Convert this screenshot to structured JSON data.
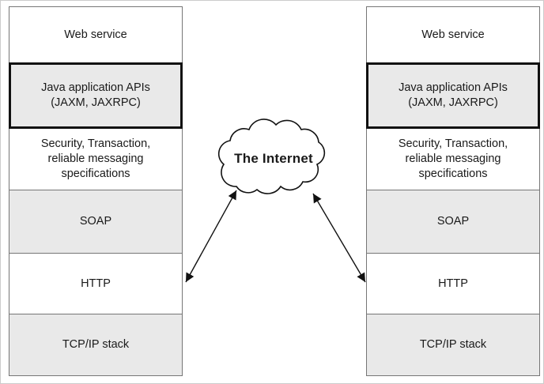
{
  "diagram": {
    "cloud_label": "The Internet",
    "colors": {
      "layer_gray": "#e9e9e9",
      "layer_white": "#ffffff",
      "border": "#767676",
      "emphasis_border": "#111111",
      "arrow": "#111111"
    },
    "stacks": [
      {
        "side": "left",
        "layers": [
          {
            "id": "web-service",
            "fill": "white",
            "emphasized": false,
            "lines": [
              "Web service"
            ]
          },
          {
            "id": "java-apis",
            "fill": "gray",
            "emphasized": true,
            "lines": [
              "Java application APIs",
              "(JAXM, JAXRPC)"
            ]
          },
          {
            "id": "specifications",
            "fill": "white",
            "emphasized": false,
            "lines": [
              "Security, Transaction,",
              "reliable messaging",
              "specifications"
            ]
          },
          {
            "id": "soap",
            "fill": "gray",
            "emphasized": false,
            "lines": [
              "SOAP"
            ]
          },
          {
            "id": "http",
            "fill": "white",
            "emphasized": false,
            "lines": [
              "HTTP"
            ]
          },
          {
            "id": "tcpip",
            "fill": "gray",
            "emphasized": false,
            "lines": [
              "TCP/IP stack"
            ]
          }
        ]
      },
      {
        "side": "right",
        "layers": [
          {
            "id": "web-service",
            "fill": "white",
            "emphasized": false,
            "lines": [
              "Web service"
            ]
          },
          {
            "id": "java-apis",
            "fill": "gray",
            "emphasized": true,
            "lines": [
              "Java application APIs",
              "(JAXM, JAXRPC)"
            ]
          },
          {
            "id": "specifications",
            "fill": "white",
            "emphasized": false,
            "lines": [
              "Security, Transaction,",
              "reliable messaging",
              "specifications"
            ]
          },
          {
            "id": "soap",
            "fill": "gray",
            "emphasized": false,
            "lines": [
              "SOAP"
            ]
          },
          {
            "id": "http",
            "fill": "white",
            "emphasized": false,
            "lines": [
              "HTTP"
            ]
          },
          {
            "id": "tcpip",
            "fill": "gray",
            "emphasized": false,
            "lines": [
              "TCP/IP stack"
            ]
          }
        ]
      }
    ]
  }
}
